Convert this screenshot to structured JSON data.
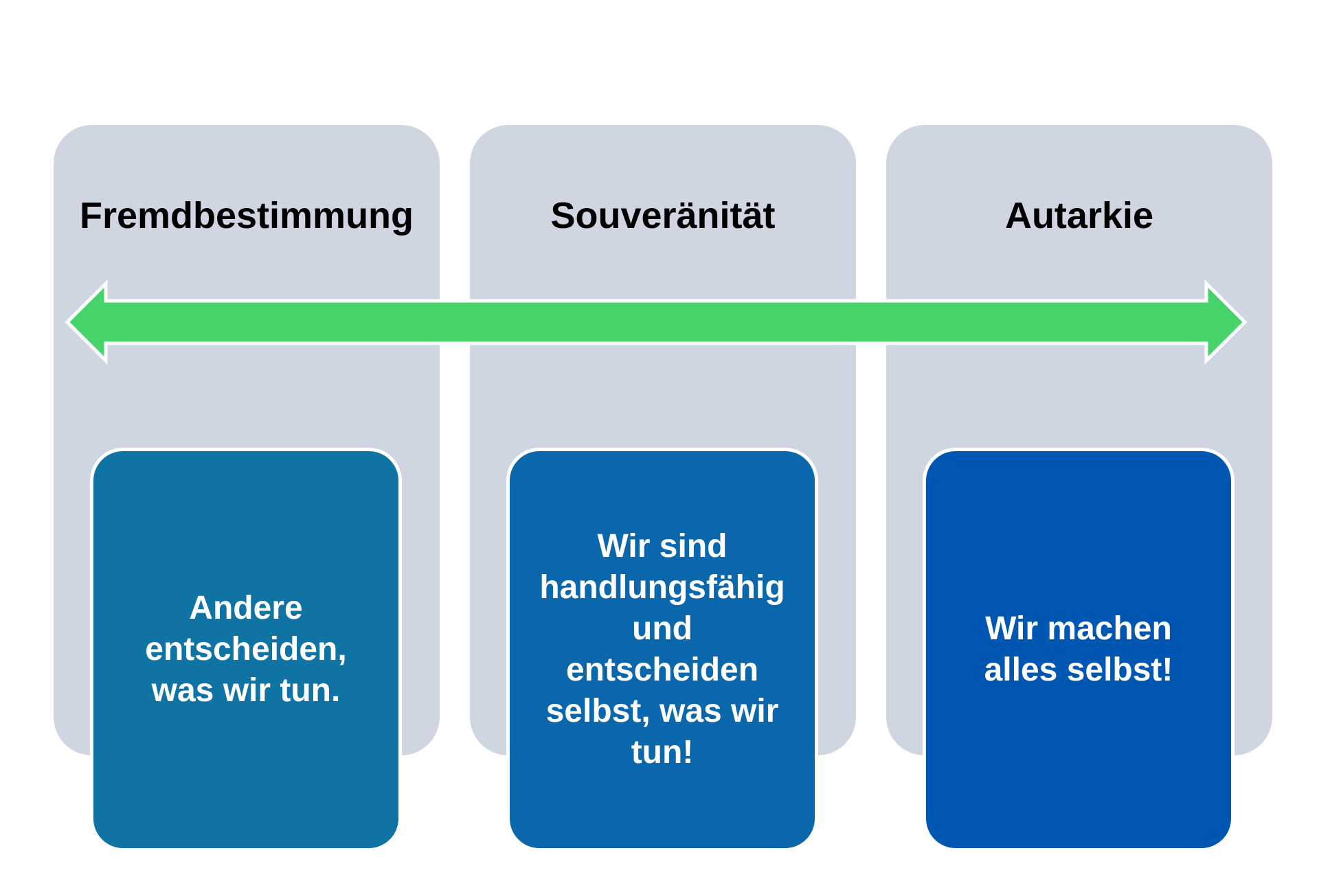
{
  "colors": {
    "column_background": "#CFD6E1",
    "arrow": "#46D46A",
    "arrow_outline": "#FFFFFF",
    "card_text": "#FFFFFF",
    "title_text": "#000000"
  },
  "stages": [
    {
      "title": "Fremdbestimmung",
      "text": "Andere\nentscheiden,\nwas wir tun.",
      "card_color": "#0F73A3"
    },
    {
      "title": "Souveränität",
      "text": "Wir sind\nhandlungsfähig\nund\nentscheiden\nselbst, was wir\ntun!",
      "card_color": "#0A67AB"
    },
    {
      "title": "Autarkie",
      "text": "Wir machen\nalles selbst!",
      "card_color": "#0057B2"
    }
  ]
}
